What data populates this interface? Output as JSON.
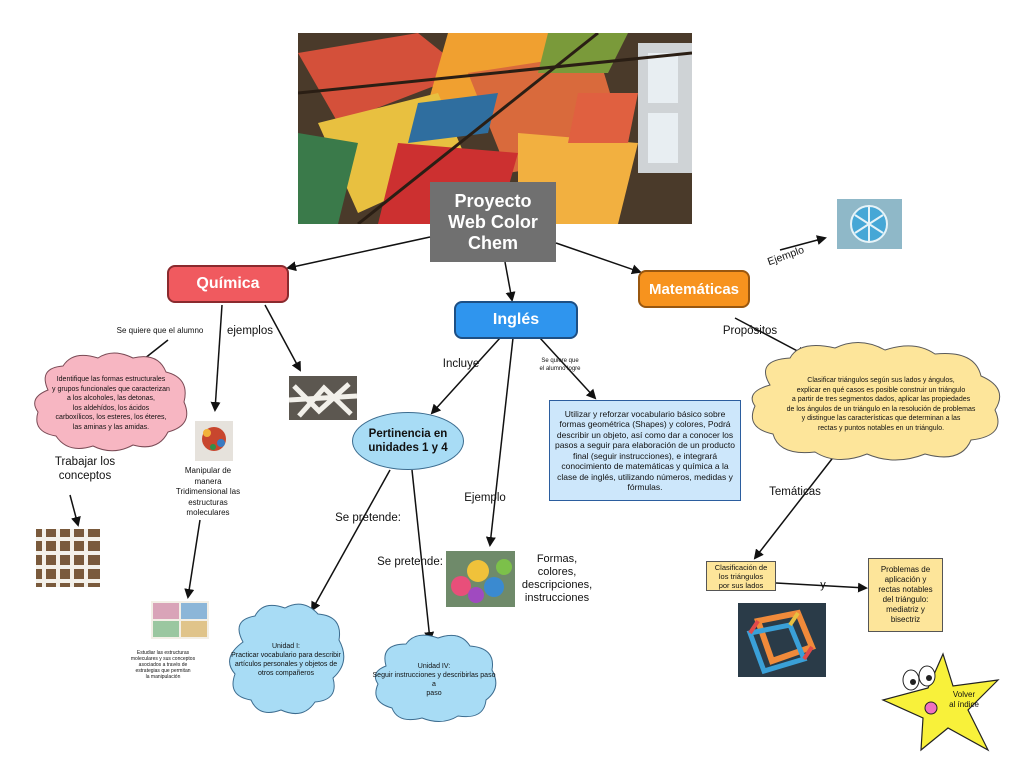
{
  "title": "Proyecto\nWeb Color\nChem",
  "nodes": {
    "quimica": "Química",
    "ingles": "Inglés",
    "matematicas": "Matemáticas",
    "pertinencia": "Pertinencia en\nunidades 1 y 4"
  },
  "quimica_branch": {
    "se_quiere": "Se quiere que el alumno",
    "ejemplos": "ejemplos",
    "cloud_text": "Identifique las formas estructurales\ny grupos funcionales que caracterizan\na los alcoholes, las detonas,\nlos aldehídos, los ácidos\ncarboxílicos, los esteres, los éteres,\nlas aminas y las amidas.",
    "trabajar": "Trabajar los\nconceptos",
    "manipular": "Manipular de\nmanera\nTridimensional las\nestructuras\nmoleculares",
    "estudiar": "Estudiar las estructuras\nmoleculares y sus conceptos\nasociados a través de\nestrategias que permitan\nla manipulación"
  },
  "ingles_branch": {
    "incluye": "Incluye",
    "se_quiere": "Se quiere que\nel alumno logre",
    "objetivo": "Utilizar y reforzar vocabulario básico sobre formas geométrica (Shapes) y colores, Podrá describir un objeto, así como dar a conocer los pasos a seguir para elaboración de un producto final (seguir instrucciones), e integrará conocimiento de matemáticas y química a la clase de inglés, utilizando números, medidas y fórmulas.",
    "ejemplo": "Ejemplo",
    "formas": "Formas,\ncolores,\ndescripciones,\ninstrucciones",
    "se_pretende_1": "Se pretende:",
    "se_pretende_2": "Se pretende:",
    "unidad1": "Unidad I:\nPracticar vocabulario para describir\nartículos personales y objetos de\notros compañeros",
    "unidad4": "Unidad IV:\nSeguir instrucciones y describirlas paso a\npaso"
  },
  "mate_branch": {
    "ejemplo": "Ejemplo",
    "propositos": "Propósitos",
    "cloud_text": "Clasificar triángulos según sus lados y ángulos,\nexplicar en qué casos es posible construir un triángulo\na partir de tres segmentos dados, aplicar las propiedades\nde los ángulos de un triángulo en la resolución de problemas\ny distingue las características que determinan a las\nrectas y puntos notables en un triángulo.",
    "tematicas": "Temáticas",
    "clasificacion": "Clasificación de\nlos triángulos\npor sus lados",
    "y": "y",
    "problemas": "Problemas de\naplicación y\nrectas notables\ndel triángulo:\nmediatriz y\nbisectriz"
  },
  "volver": "Volver\nal índice",
  "colors": {
    "quimica": "#f05a5f",
    "ingles": "#2f95ee",
    "matematicas": "#f7931e",
    "pink_cloud": "#f7b6c2",
    "blue_cloud": "#a8dcf5",
    "yellow_cloud": "#fde59a",
    "title_bg": "#707070"
  }
}
